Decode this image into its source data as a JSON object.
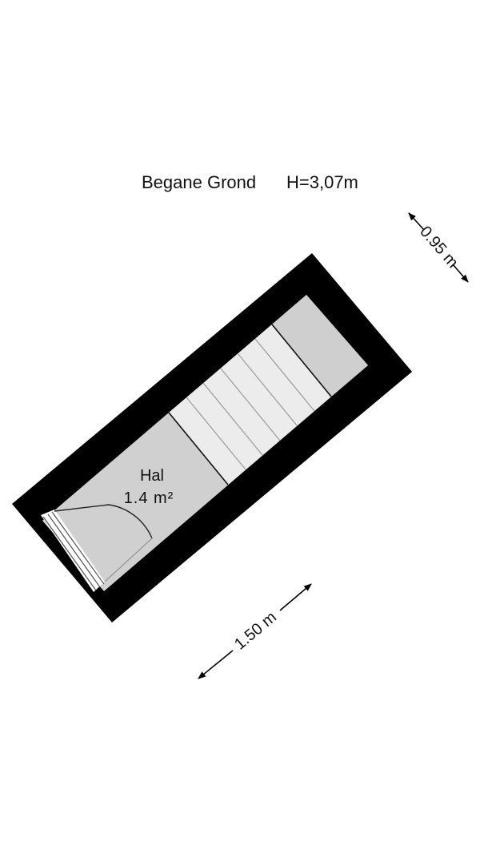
{
  "floor": {
    "name": "Begane Grond",
    "height": "H=3,07m"
  },
  "room": {
    "name": "Hal",
    "area": "1.4 m²"
  },
  "dimensions": {
    "width": "0.95 m",
    "length": "1.50 m"
  },
  "colors": {
    "wall": "#000000",
    "floor": "#d0d0d0",
    "stairs": "#ececec",
    "landing": "#cfcfcf"
  }
}
